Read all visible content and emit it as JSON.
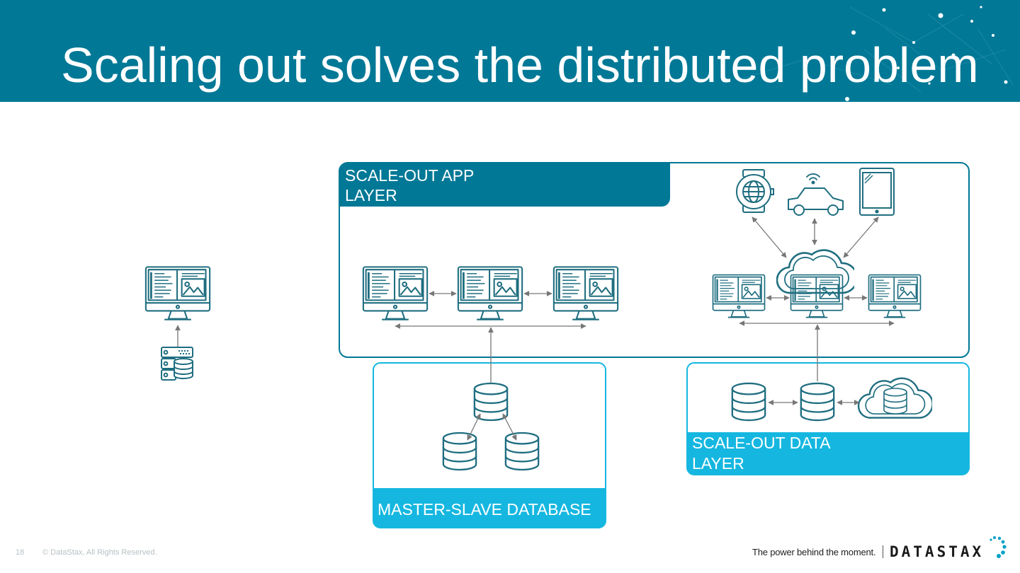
{
  "slide": {
    "title": "Scaling out solves the distributed problem",
    "page_number": "18",
    "copyright": "© DataStax, All Rights Reserved.",
    "tagline": "The power behind the moment.",
    "brand": "DATASTAX"
  },
  "diagram": {
    "app_layer_label_line1": "SCALE-OUT APP",
    "app_layer_label_line2": "LAYER",
    "master_slave_label": "MASTER-SLAVE DATABASE",
    "data_layer_label_line1": "SCALE-OUT DATA",
    "data_layer_label_line2": "LAYER",
    "icons": [
      "monitor-icon",
      "server-icon",
      "database-icon",
      "cloud-icon",
      "smartwatch-icon",
      "car-icon",
      "tablet-icon",
      "wifi-icon"
    ]
  },
  "colors": {
    "title_bar": "#007896",
    "icon_stroke": "#1f6e80",
    "label_dark": "#007896",
    "label_light": "#15b7e0",
    "arrow": "#777777"
  }
}
